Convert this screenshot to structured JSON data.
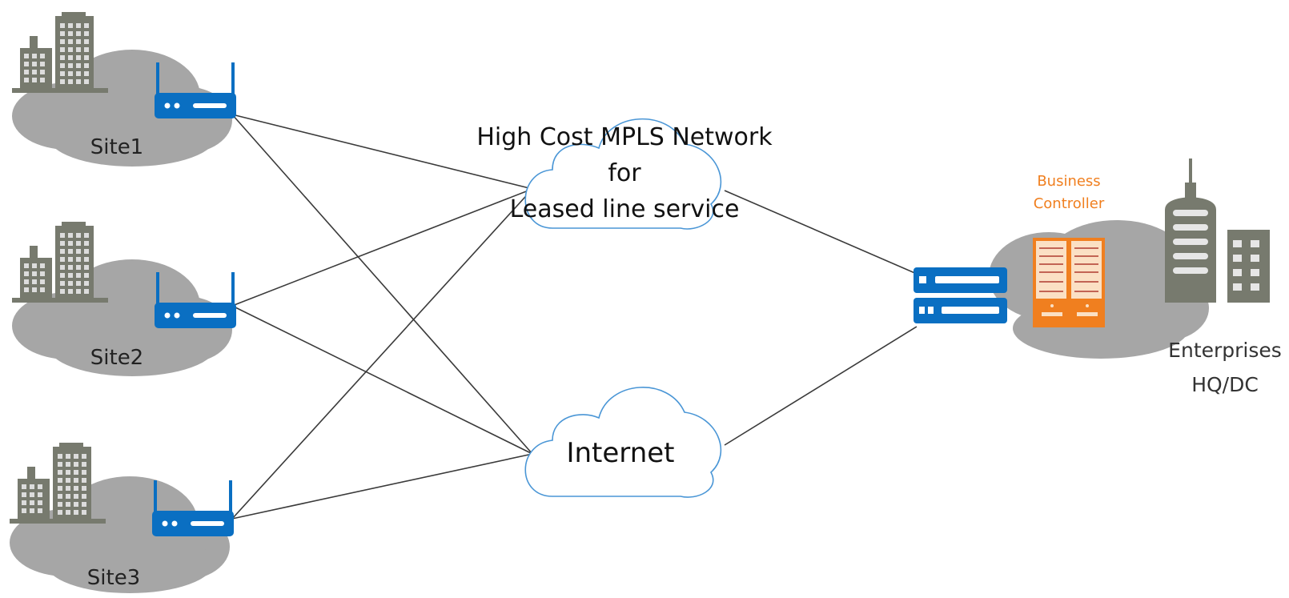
{
  "sites": [
    {
      "label": "Site1"
    },
    {
      "label": "Site2"
    },
    {
      "label": "Site3"
    }
  ],
  "mpls_cloud": {
    "label_lines": [
      "High Cost MPLS Network",
      "for",
      "Leased line service"
    ]
  },
  "internet_cloud": {
    "label": "Internet"
  },
  "hq": {
    "controller_label_lines": [
      "Business",
      "Controller"
    ],
    "label_lines": [
      "Enterprises",
      "HQ/DC"
    ]
  },
  "colors": {
    "cloud_grey": "#a6a6a6",
    "building_grey": "#777a6e",
    "router_blue": "#0a6fc2",
    "cloud_outline_blue": "#4a96d6",
    "controller_orange": "#f07f1f",
    "link_line": "#3a3a3a",
    "text_dark": "#222222"
  },
  "icons": {
    "site_building": "office-buildings-icon",
    "site_router": "wireless-router-icon",
    "hq_router": "stacked-router-icon",
    "controller": "server-rack-icon",
    "hq_building": "skyscraper-icon"
  }
}
